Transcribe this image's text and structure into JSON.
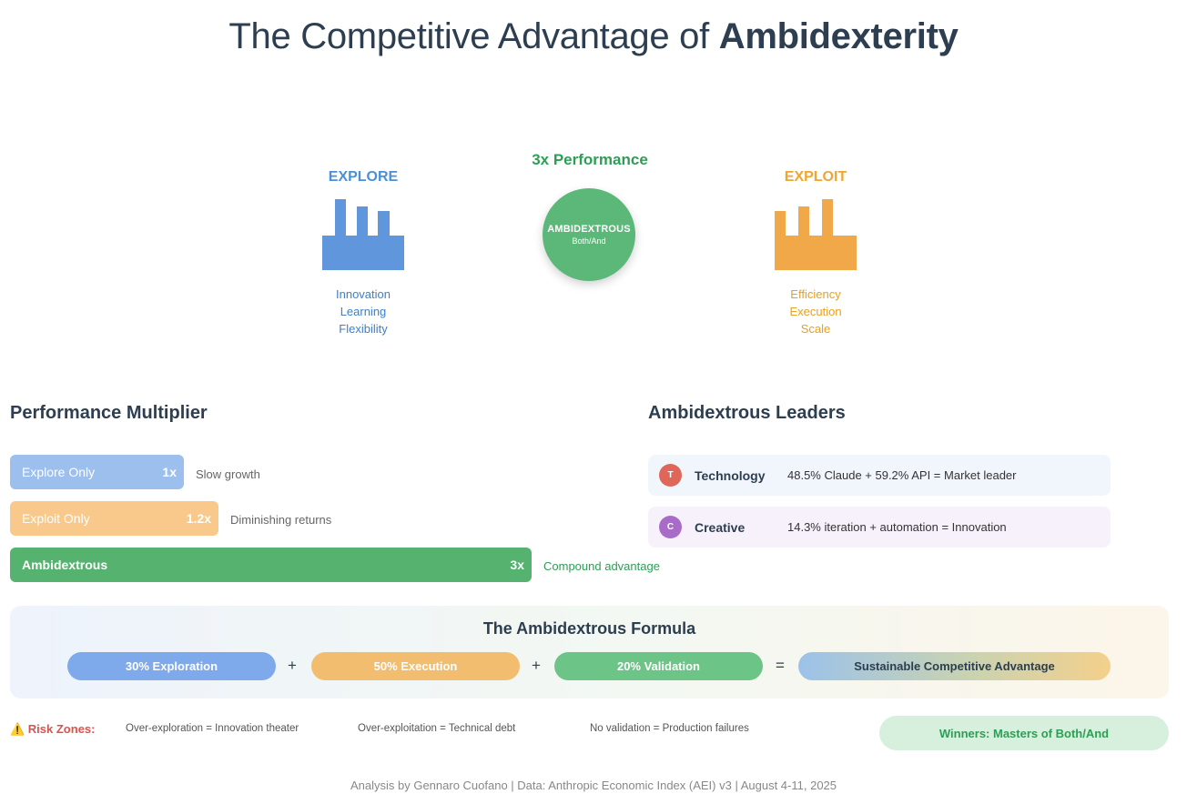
{
  "title": {
    "prefix": "The Competitive Advantage of",
    "emphasis": "Ambidexterity"
  },
  "hero": {
    "explore": {
      "label": "EXPLORE",
      "items": [
        "Innovation",
        "Learning",
        "Flexibility"
      ],
      "color": "#4a90d9"
    },
    "exploit": {
      "label": "EXPLOIT",
      "items": [
        "Efficiency",
        "Execution",
        "Scale"
      ],
      "color": "#f0a530"
    },
    "center": {
      "performance": "3x Performance",
      "title": "AMBIDEXTROUS",
      "subtitle": "Both/And",
      "color": "#5cb878"
    }
  },
  "multiplier": {
    "heading": "Performance Multiplier",
    "bars": [
      {
        "label": "Explore Only",
        "value": 1,
        "display": "1x",
        "note": "Slow growth",
        "color": "#9cbfee"
      },
      {
        "label": "Exploit Only",
        "value": 1.2,
        "display": "1.2x",
        "note": "Diminishing returns",
        "color": "#f8c98a"
      },
      {
        "label": "Ambidextrous",
        "value": 3,
        "display": "3x",
        "note": "Compound advantage",
        "color": "#55b36f"
      }
    ]
  },
  "leaders": {
    "heading": "Ambidextrous Leaders",
    "items": [
      {
        "initial": "T",
        "name": "Technology",
        "desc": "48.5% Claude + 59.2% API = Market leader",
        "dot_color": "#e0665a",
        "bg": "#f1f6fd"
      },
      {
        "initial": "C",
        "name": "Creative",
        "desc": "14.3% iteration + automation = Innovation",
        "dot_color": "#a86cc8",
        "bg": "#f7f1fb"
      }
    ]
  },
  "formula": {
    "title": "The Ambidextrous Formula",
    "terms": [
      "30% Exploration",
      "50% Execution",
      "20% Validation"
    ],
    "operators": [
      "+",
      "+",
      "="
    ],
    "result": "Sustainable Competitive Advantage"
  },
  "risk": {
    "label": "⚠️ Risk Zones:",
    "items": [
      "Over-exploration = Innovation theater",
      "Over-exploitation = Technical debt",
      "No validation = Production failures"
    ],
    "winners": "Winners: Masters of Both/And"
  },
  "footer": "Analysis by Gennaro Cuofano | Data: Anthropic Economic Index (AEI) v3 | August 4-11, 2025"
}
